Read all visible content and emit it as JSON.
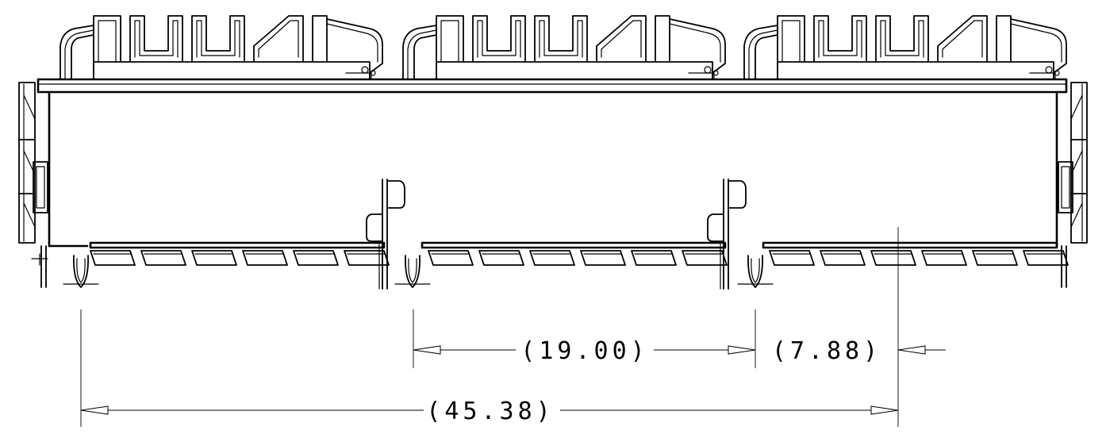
{
  "drawing": {
    "dimensions": [
      {
        "id": "dim-pitch",
        "label": "(19.00)"
      },
      {
        "id": "dim-offset",
        "label": "(7.88)"
      },
      {
        "id": "dim-overall",
        "label": "(45.38)"
      }
    ]
  }
}
